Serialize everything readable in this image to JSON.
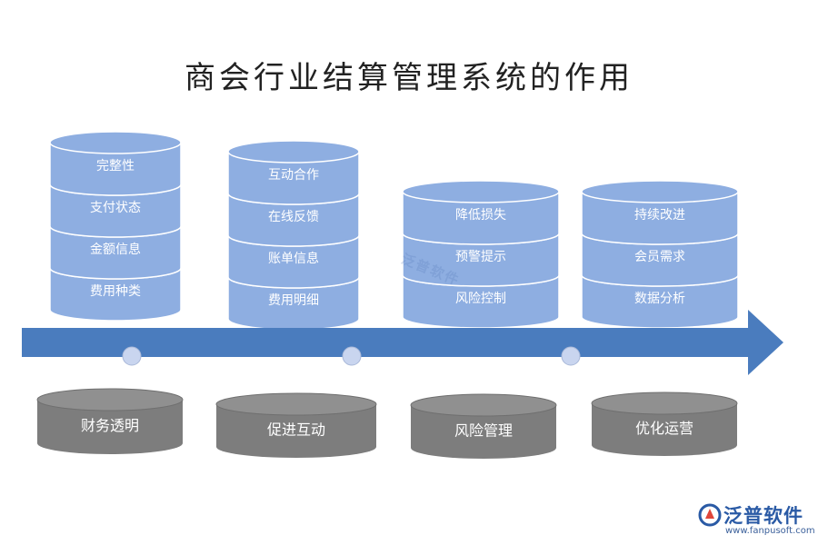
{
  "title": "商会行业结算管理系统的作用",
  "colors": {
    "cylinder_fill": "#8eaee1",
    "cylinder_stroke": "#ffffff",
    "arrow": "#4a7cbe",
    "dot": "#c9d5ef",
    "base_fill": "#7d7d7d",
    "base_top": "#909090",
    "base_text": "#ffffff",
    "stack_text": "#ffffff"
  },
  "columns": [
    {
      "name": "财务透明",
      "items": [
        "完整性",
        "支付状态",
        "金额信息",
        "费用种类"
      ]
    },
    {
      "name": "促进互动",
      "items": [
        "互动合作",
        "在线反馈",
        "账单信息",
        "费用明细"
      ]
    },
    {
      "name": "风险管理",
      "items": [
        "降低损失",
        "预警提示",
        "风险控制"
      ]
    },
    {
      "name": "优化运营",
      "items": [
        "持续改进",
        "会员需求",
        "数据分析"
      ]
    }
  ],
  "watermark": "泛普软件",
  "logo": {
    "name": "泛普软件",
    "url": "www.fanpusoft.com",
    "icon": "fanpu-logo-icon"
  }
}
